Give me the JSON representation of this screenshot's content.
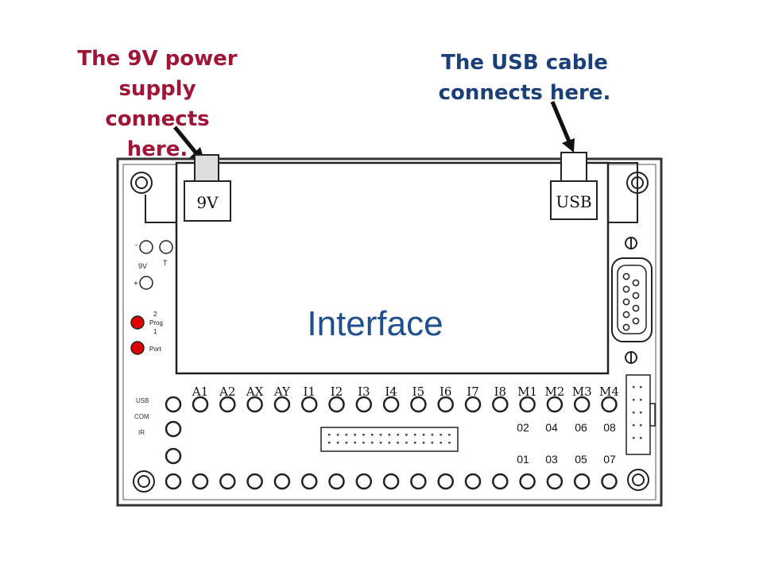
{
  "callouts": {
    "power": {
      "lines": [
        "The 9V power",
        "supply",
        "connects",
        "here."
      ],
      "color": "#a01535"
    },
    "usb": {
      "lines": [
        "The USB cable",
        "connects here."
      ],
      "color": "#1a3f7a"
    }
  },
  "board": {
    "center_label": "Interface",
    "center_label_color": "#1f4f8f",
    "jack_9v_label": "9V",
    "jack_usb_label": "USB",
    "power_pin_labels": [
      "-",
      "9V",
      "+",
      "T"
    ],
    "prog_labels": [
      "2",
      "Prog",
      "1"
    ],
    "port_label": "Port",
    "status_labels": [
      "USB",
      "COM",
      "IR"
    ],
    "top_row_labels": [
      "A1",
      "A2",
      "AX",
      "AY",
      "I1",
      "I2",
      "I3",
      "I4",
      "I5",
      "I6",
      "I7",
      "I8",
      "M1",
      "M2",
      "M3",
      "M4"
    ],
    "motor_labels_upper": [
      "02",
      "04",
      "06",
      "08"
    ],
    "motor_labels_lower": [
      "01",
      "03",
      "05",
      "07"
    ],
    "led_color": "#e00000"
  }
}
